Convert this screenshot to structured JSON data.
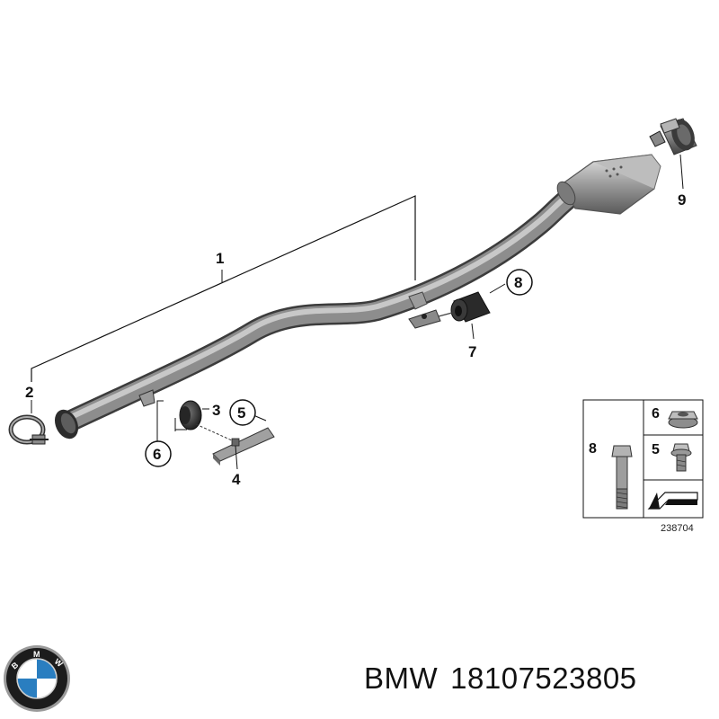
{
  "callouts": {
    "c1": "1",
    "c2": "2",
    "c3": "3",
    "c4": "4",
    "c5": "5",
    "c6": "6",
    "c7": "7",
    "c8": "8",
    "c9": "9"
  },
  "inset": {
    "label_6": "6",
    "label_8": "8",
    "label_5": "5",
    "reference_number": "238704"
  },
  "logo": {
    "brand_letters": "BMW",
    "colors": {
      "blue": "#2a7ec0",
      "white": "#ffffff",
      "ring": "#1a1a1a",
      "chrome": "#9a9a9a"
    }
  },
  "caption": {
    "brand": "BMW",
    "part_number": "18107523805"
  },
  "colors": {
    "pipe": "#8a8a8a",
    "pipe_dark": "#4a4a4a",
    "line": "#111111"
  }
}
